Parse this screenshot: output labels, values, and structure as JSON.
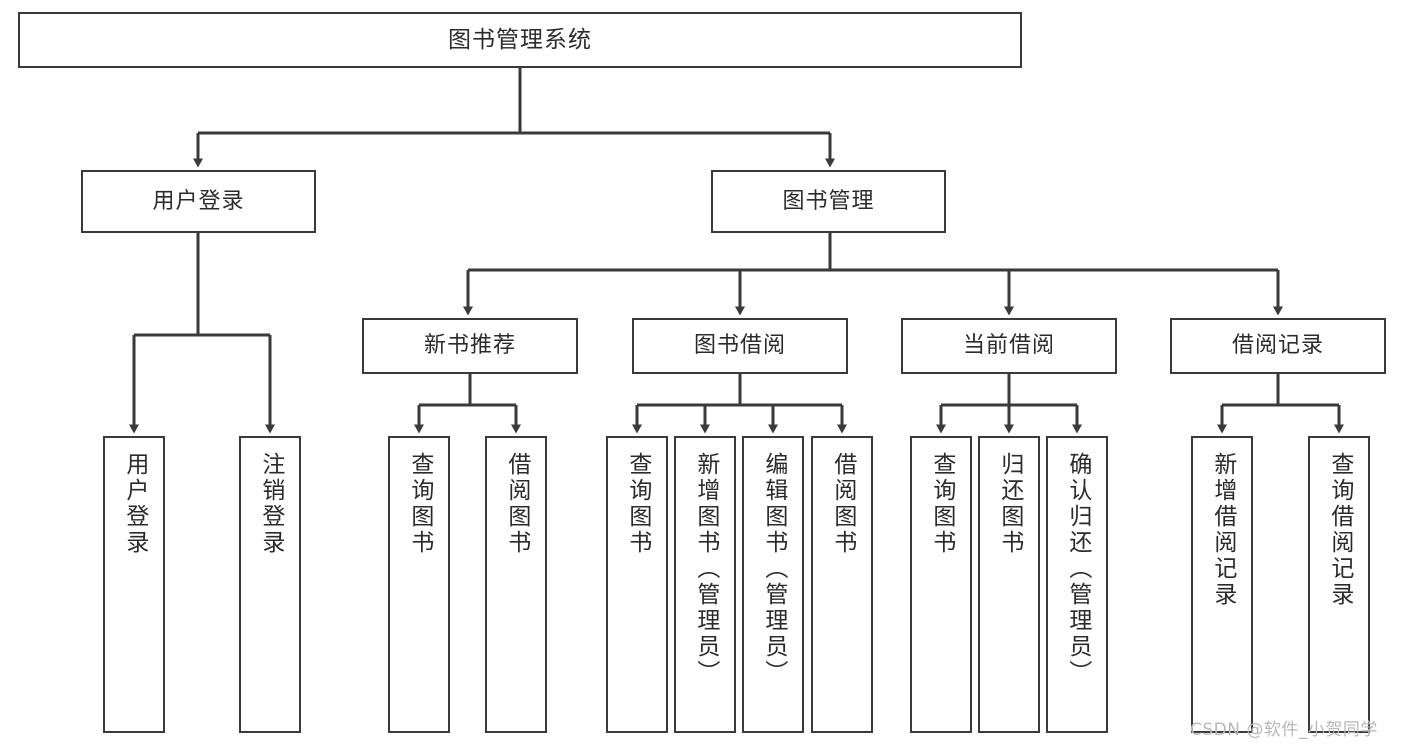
{
  "diagram": {
    "title": "图书管理系统",
    "type": "tree-hierarchy-chart",
    "orientation": "top-down",
    "line_color": "#3a3a3a",
    "box_fill": "#ffffff",
    "text_color": "#2b2b2b"
  },
  "nodes": {
    "root": {
      "label": "图书管理系统"
    },
    "level2": [
      {
        "label": "用户登录"
      },
      {
        "label": "图书管理"
      }
    ],
    "level3": [
      {
        "label": "新书推荐"
      },
      {
        "label": "图书借阅"
      },
      {
        "label": "当前借阅"
      },
      {
        "label": "借阅记录"
      }
    ],
    "leaves": {
      "user_login": [
        {
          "label": "用户登录"
        },
        {
          "label": "注销登录"
        }
      ],
      "new_book_recommend": [
        {
          "label": "查询图书"
        },
        {
          "label": "借阅图书"
        }
      ],
      "book_borrow": [
        {
          "label": "查询图书"
        },
        {
          "label": "新增图书（管理员）"
        },
        {
          "label": "编辑图书（管理员）"
        },
        {
          "label": "借阅图书"
        }
      ],
      "current_borrow": [
        {
          "label": "查询图书"
        },
        {
          "label": "归还图书"
        },
        {
          "label": "确认归还（管理员）"
        }
      ],
      "borrow_record": [
        {
          "label": "新增借阅记录"
        },
        {
          "label": "查询借阅记录"
        }
      ]
    }
  },
  "watermark": {
    "text": "CSDN @软件_小贺同学"
  }
}
